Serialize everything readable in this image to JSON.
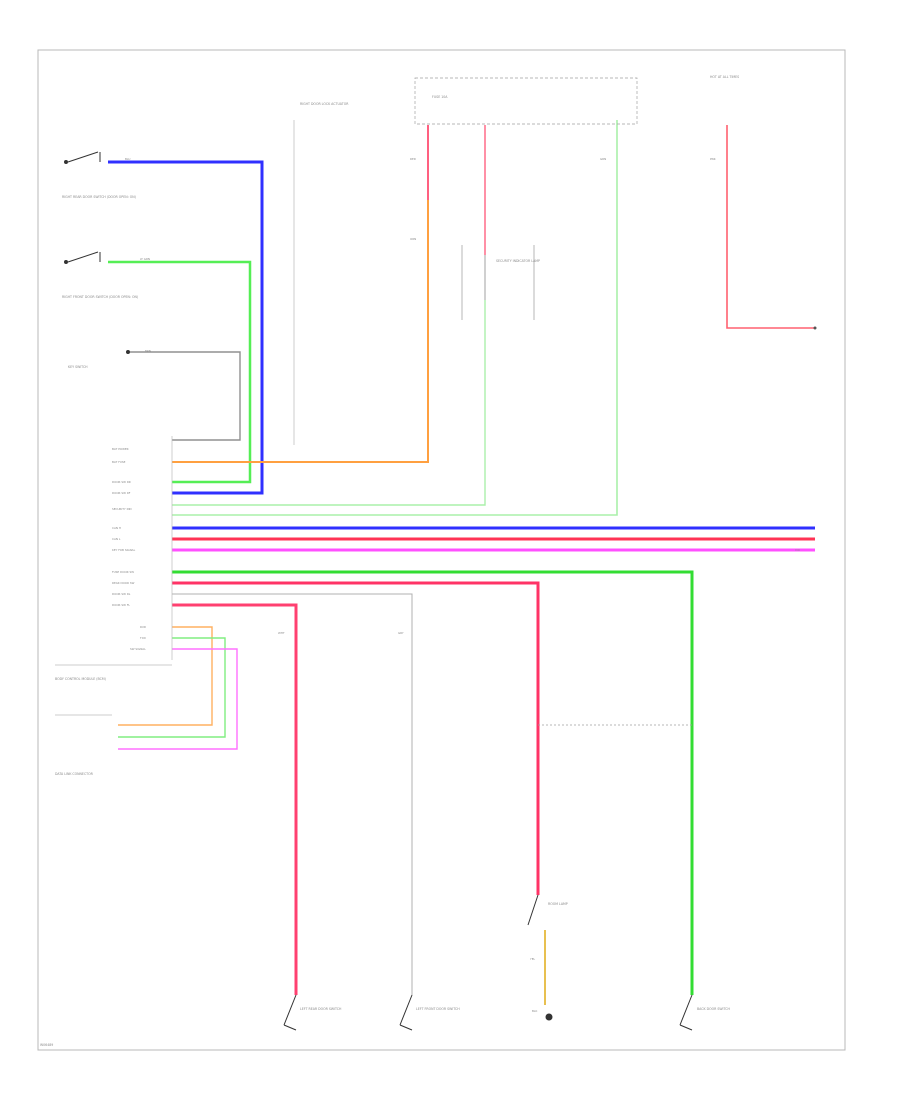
{
  "diagram": {
    "doc_id": "W06489",
    "labels": [
      "RIGHT REAR DOOR SWITCH (DOOR OPEN: ON)",
      "RIGHT FRONT DOOR SWITCH (DOOR OPEN: ON)",
      "BODY CONTROL MODULE (BCM)",
      "DATA LINK CONNECTOR",
      "RIGHT DOOR LOCK ACTUATOR",
      "ROOM LAMP",
      "LEFT REAR DOOR SWITCH",
      "LEFT FRONT DOOR SWITCH",
      "BACK DOOR SWITCH",
      "FUSE 10A",
      "HOT AT ALL TIMES",
      "SECURITY INDICATOR LAMP",
      "KEY SWITCH"
    ],
    "pin_labels": [
      "BAT POWER",
      "BAT FUSE",
      "DOOR SW RR",
      "DOOR SW RF",
      "SECURITY IND",
      "CAN H",
      "CAN L",
      "KEY FOB SIGNAL",
      "FUSE DOOR SW",
      "REAR DOOR SW",
      "DOOR SW RL",
      "DOOR SW FL",
      "RXD",
      "TXD",
      "SW SIGNAL"
    ],
    "wire_codes": [
      "BLU",
      "LT GRN",
      "ORN",
      "RED",
      "PNK",
      "GRN",
      "YEL",
      "BRN",
      "GRY",
      "WHT",
      "VIO",
      "BLK"
    ]
  }
}
